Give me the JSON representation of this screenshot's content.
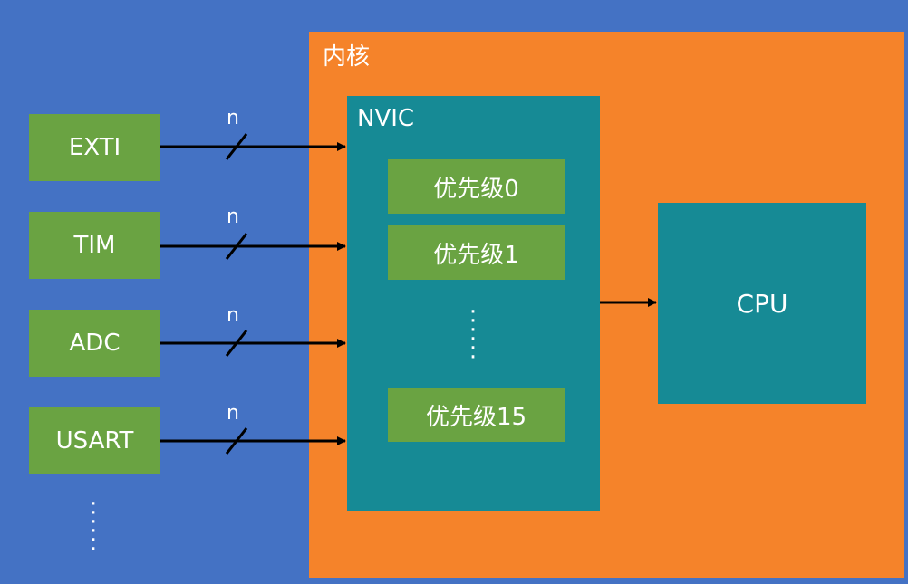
{
  "core": {
    "label": "内核"
  },
  "nvic": {
    "label": "NVIC",
    "priorities": [
      "优先级0",
      "优先级1",
      "优先级15"
    ]
  },
  "cpu": {
    "label": "CPU"
  },
  "peripherals": [
    "EXTI",
    "TIM",
    "ADC",
    "USART"
  ],
  "bus_width_label": "n",
  "colors": {
    "background": "#4472c4",
    "core": "#f5832a",
    "nvic": "#168a95",
    "block": "#6aa342",
    "arrow": "#000000",
    "text": "#ffffff"
  }
}
